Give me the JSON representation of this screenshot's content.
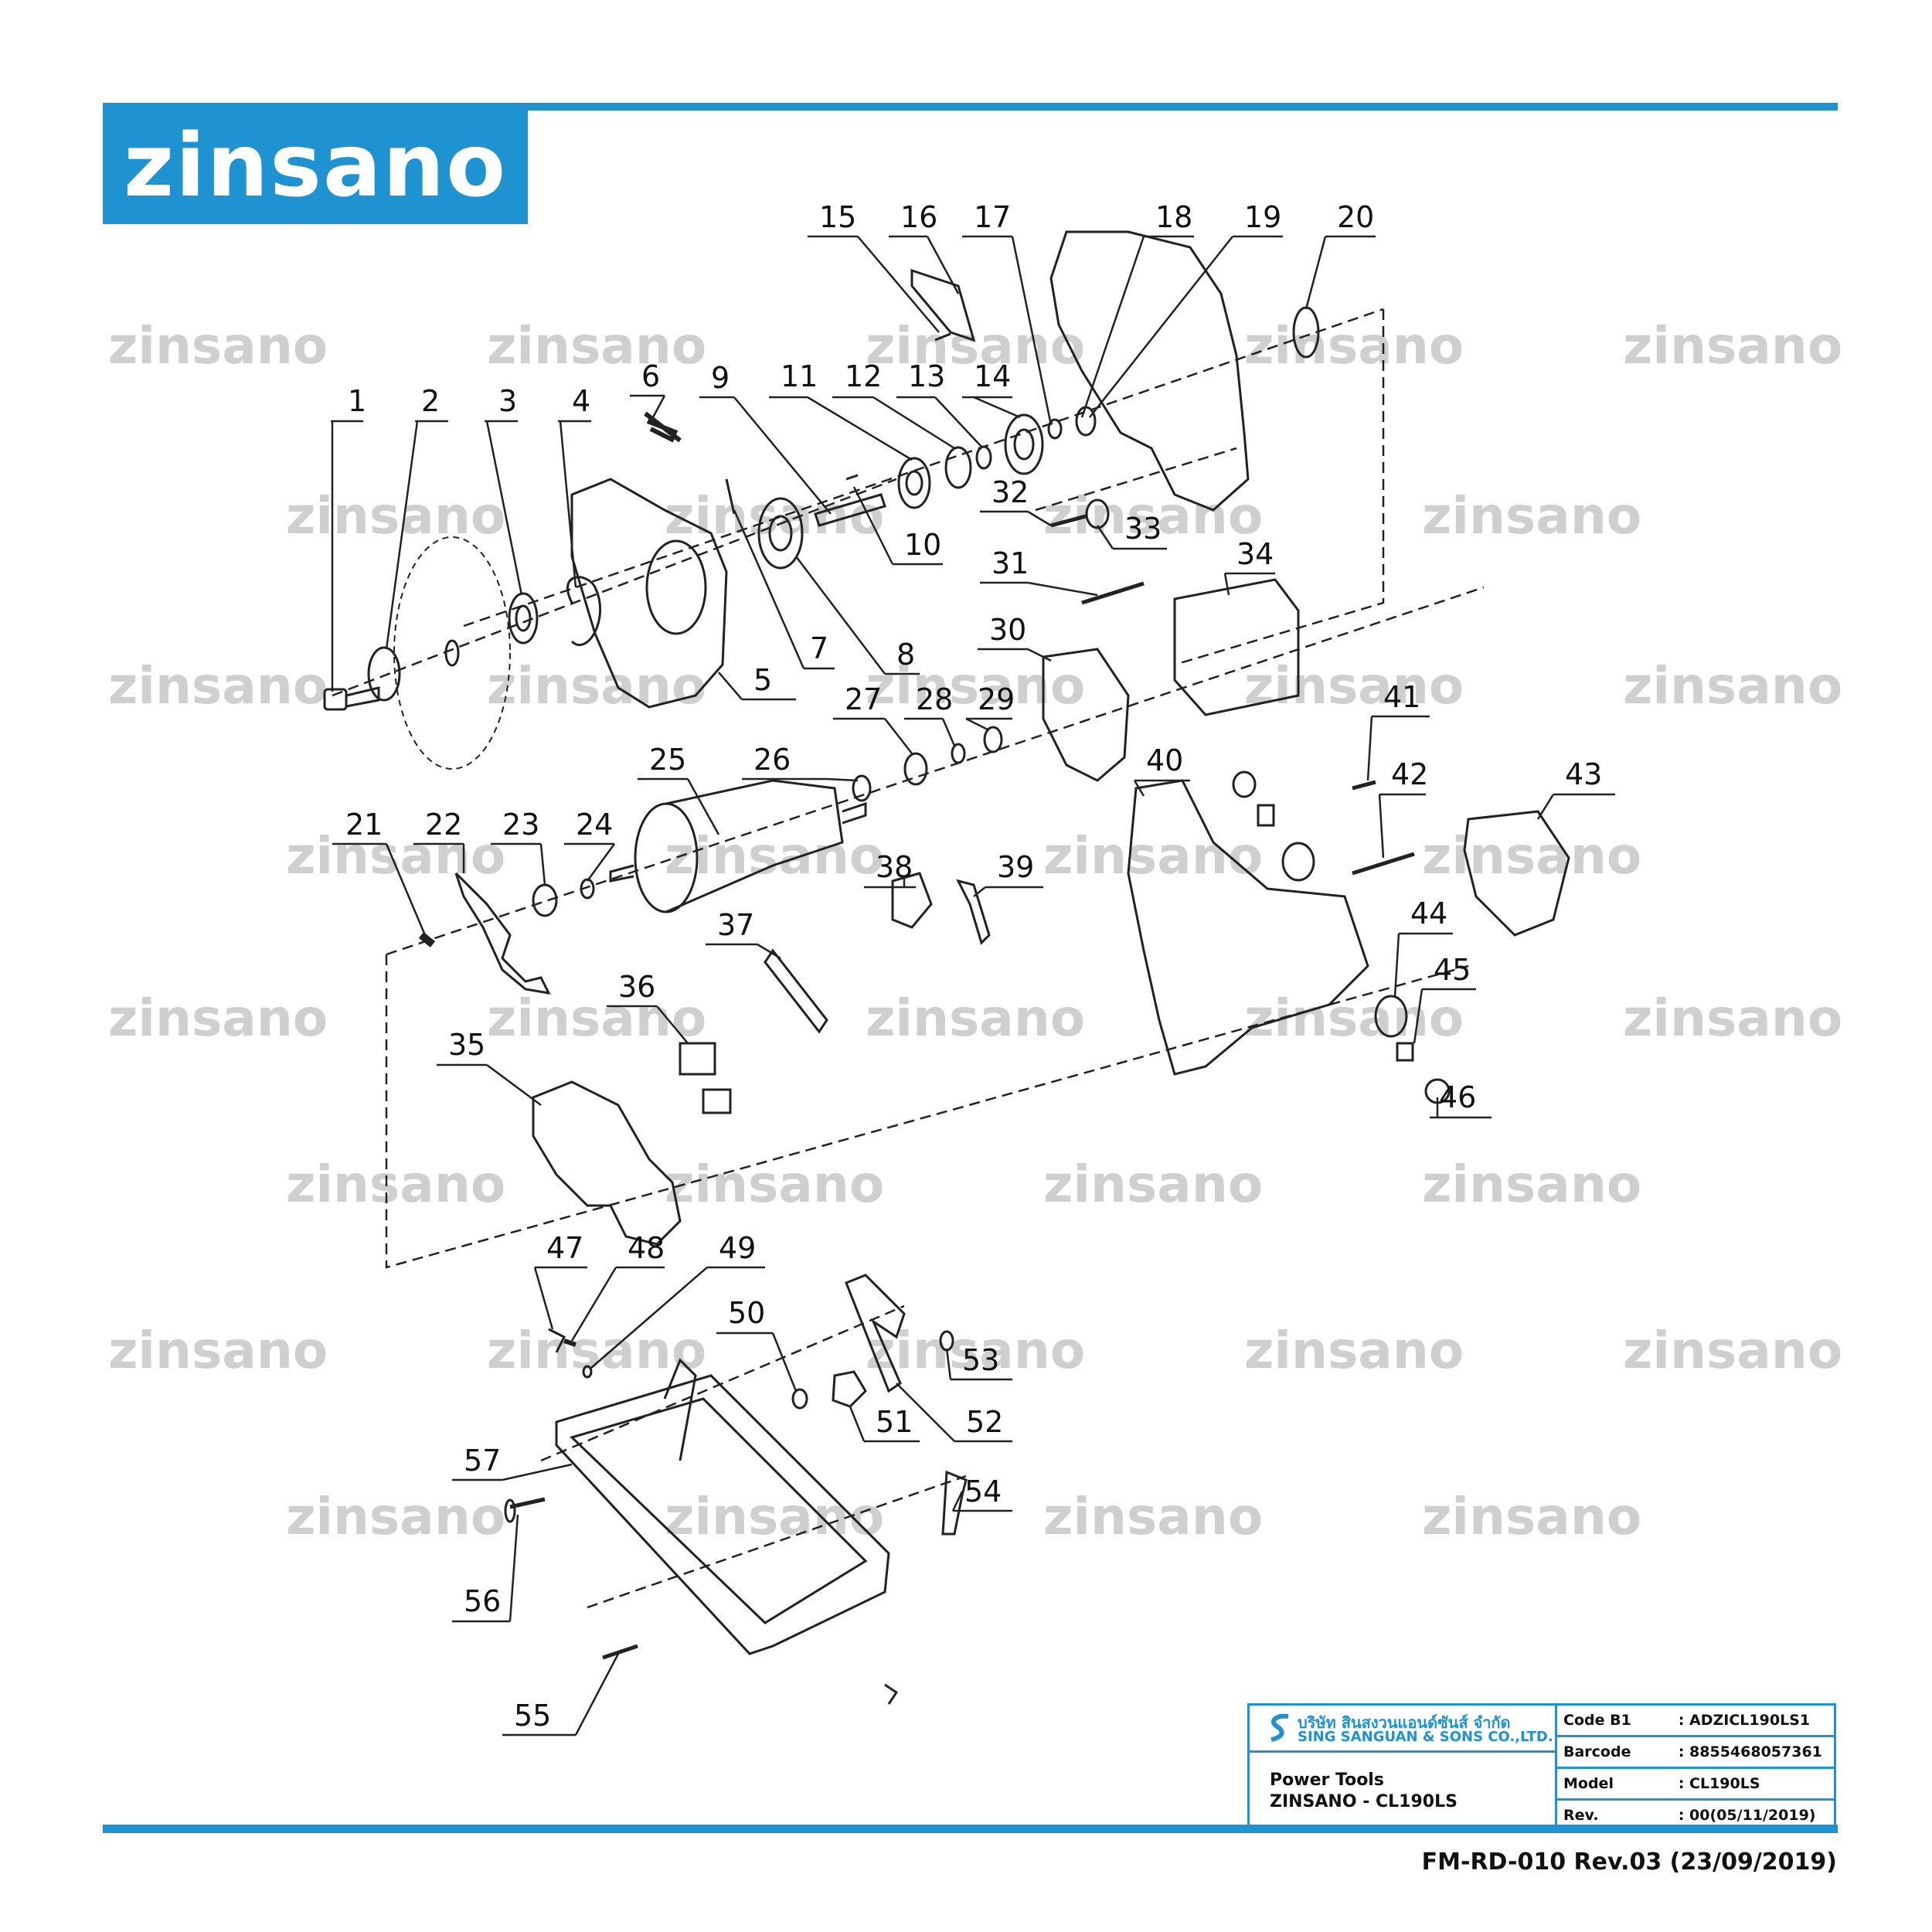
{
  "brand": {
    "logo_text": "zinsano",
    "watermark_text": "zinsano",
    "accent_color": "#1f93d2"
  },
  "footer": {
    "form_code": "FM-RD-010 Rev.03 (23/09/2019)"
  },
  "title_block": {
    "company_th": "บริษัท สินสงวนแอนด์ซันส์ จำกัด",
    "company_en": "SING SANGUAN & SONS CO.,LTD.",
    "product": "Power Tools",
    "model_line": "ZINSANO - CL190LS",
    "rows": [
      {
        "key": "Code B1",
        "value": ": ADZICL190LS1"
      },
      {
        "key": "Barcode",
        "value": ": 8855468057361"
      },
      {
        "key": "Model",
        "value": ": CL190LS"
      },
      {
        "key": "Rev.",
        "value": ": 00(05/11/2019)"
      }
    ]
  },
  "part_numbers": [
    "1",
    "2",
    "3",
    "4",
    "5",
    "6",
    "7",
    "8",
    "9",
    "10",
    "11",
    "12",
    "13",
    "14",
    "15",
    "16",
    "17",
    "18",
    "19",
    "20",
    "21",
    "22",
    "23",
    "24",
    "25",
    "26",
    "27",
    "28",
    "29",
    "30",
    "31",
    "32",
    "33",
    "34",
    "35",
    "36",
    "37",
    "38",
    "39",
    "40",
    "41",
    "42",
    "43",
    "44",
    "45",
    "46",
    "47",
    "48",
    "49",
    "50",
    "51",
    "52",
    "53",
    "54",
    "55",
    "56",
    "57"
  ]
}
